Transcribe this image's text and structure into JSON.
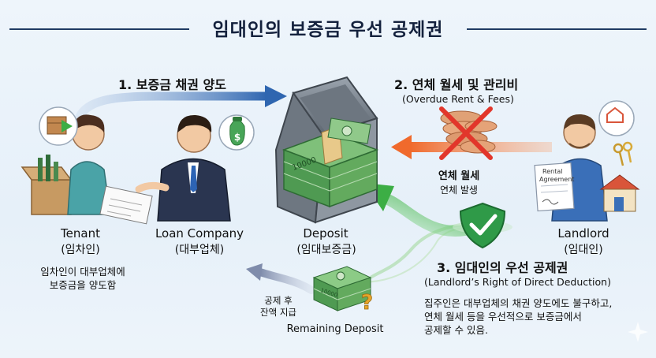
{
  "title": "임대인의 보증금 우선 공제권",
  "step1": {
    "label": "1. 보증금 채권 양도"
  },
  "step2": {
    "label": "2. 연체 월세 및 관리비",
    "sub": "(Overdue Rent & Fees)"
  },
  "step3": {
    "label": "3. 임대인의 우선 공제권",
    "sub": "(Landlord’s Right of Direct Deduction)",
    "desc_lines": [
      "집주인은 대부업체의 채권 양도에도 불구하고,",
      "연체 월세 등을 우선적으로 보증금에서",
      "공제할 수 있음."
    ]
  },
  "tenant": {
    "label": "Tenant",
    "ko": "(임차인)",
    "desc_lines": [
      "임차인이 대부업체에",
      "보증금을 양도함"
    ]
  },
  "loan": {
    "label": "Loan Company",
    "ko": "(대부업체)"
  },
  "deposit": {
    "label": "Deposit",
    "ko": "(임대보증금)",
    "bill": "10000"
  },
  "landlord": {
    "label": "Landlord",
    "ko": "(임대인)",
    "doc_line1": "Rental",
    "doc_line2": "Agreement"
  },
  "overdue": {
    "label": "연체 월세",
    "sub": "연체 발생"
  },
  "remaining": {
    "label": "Remaining Deposit",
    "arrow_line1": "공제 후",
    "arrow_line2": "잔액 지급",
    "mark": "?",
    "bill": "10000"
  },
  "colors": {
    "arrow_blue": "#2f66b0",
    "arrow_orange": "#f06a2c",
    "arrow_green": "#3cae45",
    "arrow_gray": "#8c98b3",
    "title": "#14213d"
  },
  "icons": [
    "box-icon",
    "money-bag-icon",
    "safe-icon",
    "coins-crossed-icon",
    "house-icon",
    "keys-icon",
    "shield-check-icon",
    "rental-agreement-icon",
    "question-icon"
  ]
}
